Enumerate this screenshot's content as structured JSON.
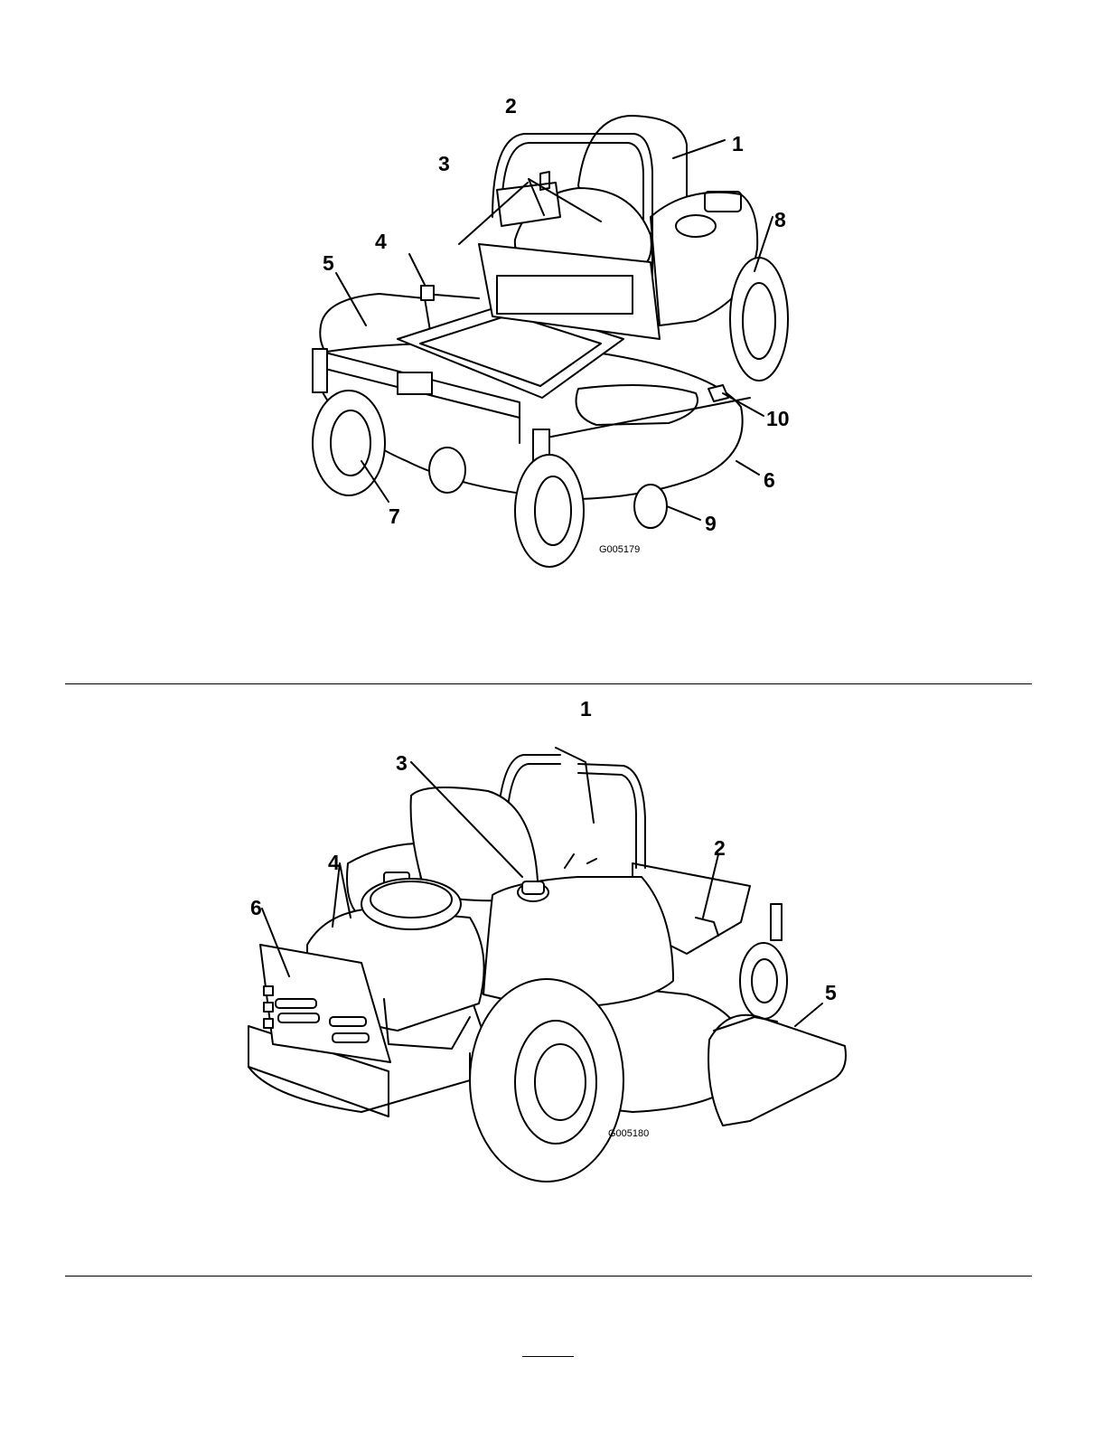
{
  "figure1": {
    "code": "G005179",
    "callouts": [
      "1",
      "2",
      "3",
      "4",
      "5",
      "6",
      "7",
      "8",
      "9",
      "10"
    ]
  },
  "figure2": {
    "code": "G005180",
    "callouts": [
      "1",
      "2",
      "3",
      "4",
      "5",
      "6"
    ]
  }
}
